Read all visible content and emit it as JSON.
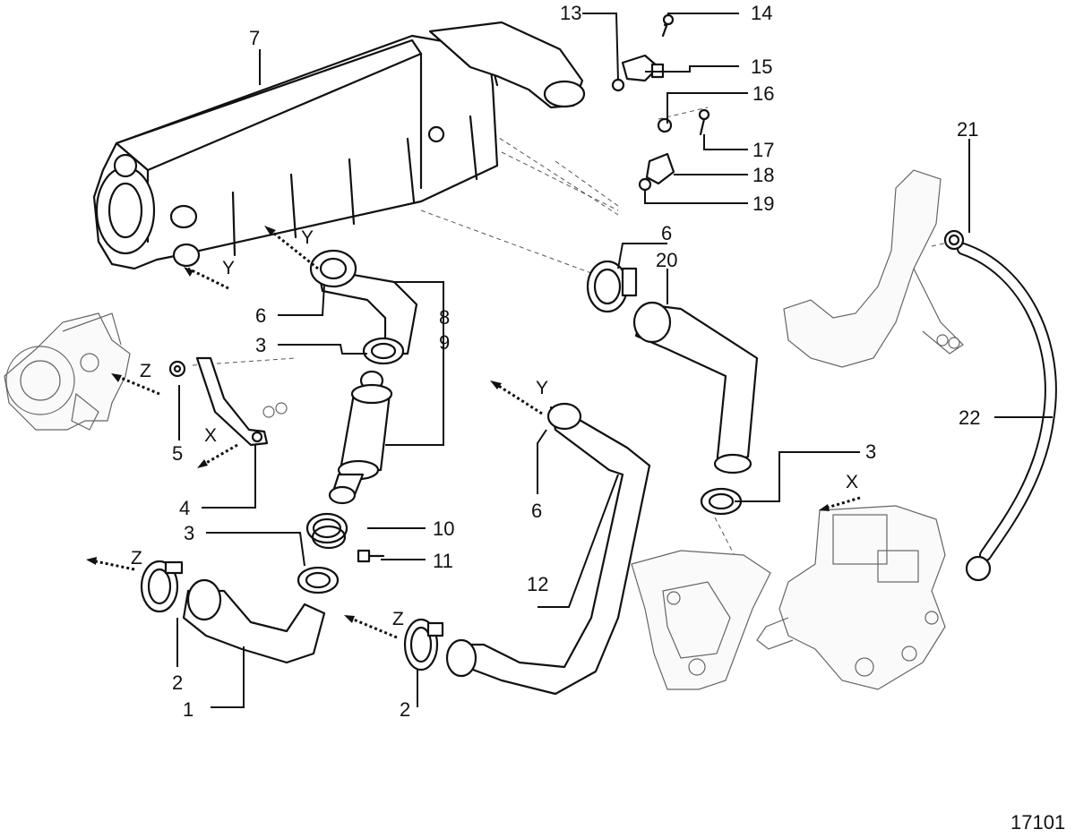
{
  "figure_number": "17101",
  "callouts": {
    "c1": "1",
    "c2a": "2",
    "c2b": "2",
    "c3a": "3",
    "c3b": "3",
    "c3c": "3",
    "c4": "4",
    "c5": "5",
    "c6a": "6",
    "c6b": "6",
    "c6c": "6",
    "c7": "7",
    "c8": "8",
    "c9": "9",
    "c10": "10",
    "c11": "11",
    "c12": "12",
    "c13": "13",
    "c14": "14",
    "c15": "15",
    "c16": "16",
    "c17": "17",
    "c18": "18",
    "c19": "19",
    "c20": "20",
    "c21": "21",
    "c22": "22"
  },
  "view_letters": {
    "y1": "Y",
    "y2": "Y",
    "y3": "Y",
    "z1": "Z",
    "z2": "Z",
    "z3": "Z",
    "x1": "X",
    "x2": "X"
  }
}
